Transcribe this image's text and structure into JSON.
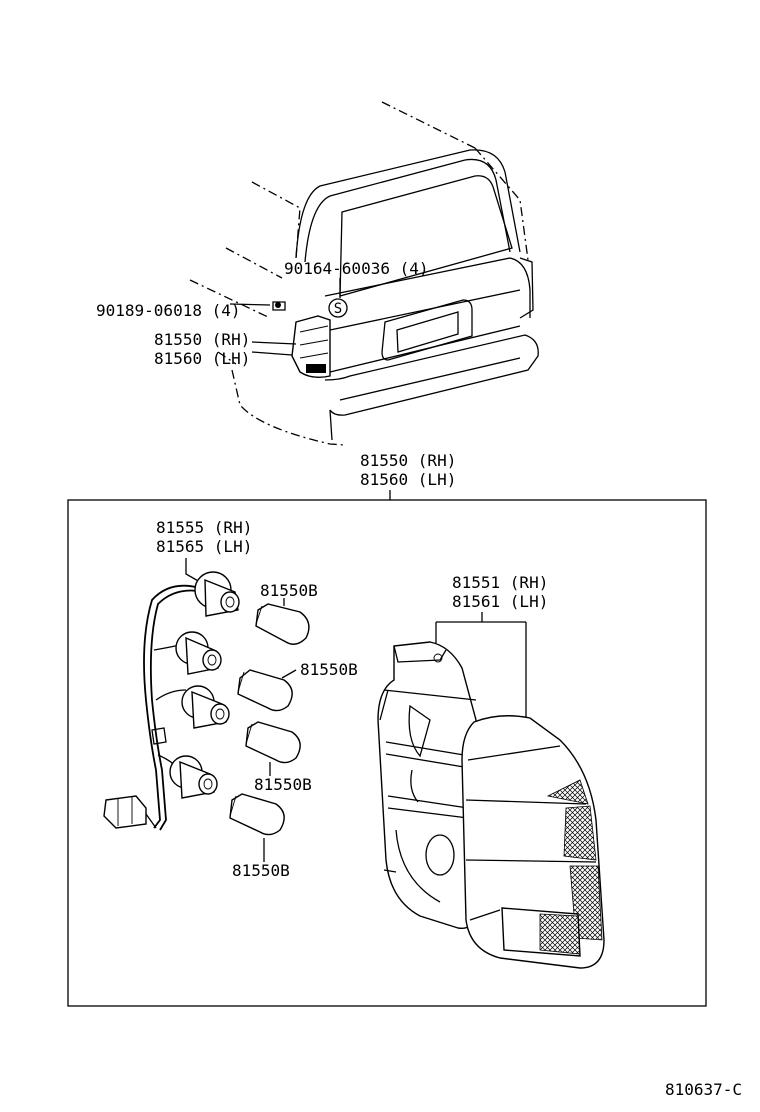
{
  "callouts": {
    "screw_upper": "90164-60036 (4)",
    "screw_lower": "90189-06018 (4)",
    "lamp_rh_top": "81550 (RH)",
    "lamp_lh_top": "81560 (LH)",
    "assy_rh": "81550 (RH)",
    "assy_lh": "81560 (LH)",
    "socket_rh": "81555 (RH)",
    "socket_lh": "81565 (LH)",
    "bulb_1": "81550B",
    "bulb_2": "81550B",
    "bulb_3": "81550B",
    "bulb_4": "81550B",
    "lens_rh": "81551 (RH)",
    "lens_lh": "81561 (LH)",
    "s_mark": "S"
  },
  "diagram_code": "810637-C",
  "colors": {
    "ink": "#000000",
    "paper": "#ffffff"
  }
}
